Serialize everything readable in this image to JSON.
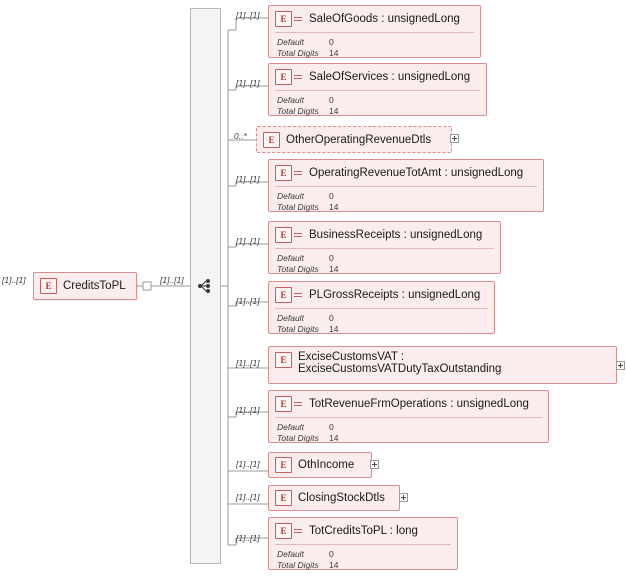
{
  "diagram": {
    "type": "xml-schema-element-tree",
    "root": {
      "name": "CreditsToPL",
      "icon": "element-icon",
      "occurrence": "[1]..[1]",
      "connector_occurrence": "[1]..[1]"
    },
    "children": [
      {
        "name": "SaleOfGoods : unsignedLong",
        "occurrence": "[1]..[1]",
        "facets": [
          {
            "label": "Default",
            "value": "0"
          },
          {
            "label": "Total Digits",
            "value": "14"
          }
        ],
        "typed": true,
        "expandable": false,
        "dashed": false
      },
      {
        "name": "SaleOfServices : unsignedLong",
        "occurrence": "[1]..[1]",
        "facets": [
          {
            "label": "Default",
            "value": "0"
          },
          {
            "label": "Total Digits",
            "value": "14"
          }
        ],
        "typed": true,
        "expandable": false,
        "dashed": false
      },
      {
        "name": "OtherOperatingRevenueDtls",
        "occurrence": "0..*",
        "facets": [],
        "typed": false,
        "expandable": true,
        "dashed": true
      },
      {
        "name": "OperatingRevenueTotAmt : unsignedLong",
        "occurrence": "[1]..[1]",
        "facets": [
          {
            "label": "Default",
            "value": "0"
          },
          {
            "label": "Total Digits",
            "value": "14"
          }
        ],
        "typed": true,
        "expandable": false,
        "dashed": false
      },
      {
        "name": "BusinessReceipts : unsignedLong",
        "occurrence": "[1]..[1]",
        "facets": [
          {
            "label": "Default",
            "value": "0"
          },
          {
            "label": "Total Digits",
            "value": "14"
          }
        ],
        "typed": true,
        "expandable": false,
        "dashed": false
      },
      {
        "name": "PLGrossReceipts : unsignedLong",
        "occurrence": "[1]..[1]",
        "facets": [
          {
            "label": "Default",
            "value": "0"
          },
          {
            "label": "Total Digits",
            "value": "14"
          }
        ],
        "typed": true,
        "expandable": false,
        "dashed": false
      },
      {
        "name": "ExciseCustomsVAT : ExciseCustomsVATDutyTaxOutstanding",
        "occurrence": "[1]..[1]",
        "facets": [],
        "typed": false,
        "expandable": true,
        "dashed": false
      },
      {
        "name": "TotRevenueFrmOperations : unsignedLong",
        "occurrence": "[1]..[1]",
        "facets": [
          {
            "label": "Default",
            "value": "0"
          },
          {
            "label": "Total Digits",
            "value": "14"
          }
        ],
        "typed": true,
        "expandable": false,
        "dashed": false
      },
      {
        "name": "OthIncome",
        "occurrence": "[1]..[1]",
        "facets": [],
        "typed": false,
        "expandable": true,
        "dashed": false
      },
      {
        "name": "ClosingStockDtls",
        "occurrence": "[1]..[1]",
        "facets": [],
        "typed": false,
        "expandable": true,
        "dashed": false
      },
      {
        "name": "TotCreditsToPL : long",
        "occurrence": "[1]..[1]",
        "facets": [
          {
            "label": "Default",
            "value": "0"
          },
          {
            "label": "Total Digits",
            "value": "14"
          }
        ],
        "typed": true,
        "expandable": false,
        "dashed": false
      }
    ],
    "colors": {
      "element_fill": "#fbeced",
      "element_border": "#d98f8f",
      "icon_text": "#b03a3a",
      "sequence_fill": "#f4f4f4",
      "sequence_border": "#b9b9b9",
      "wire": "#9a9a9a"
    }
  }
}
